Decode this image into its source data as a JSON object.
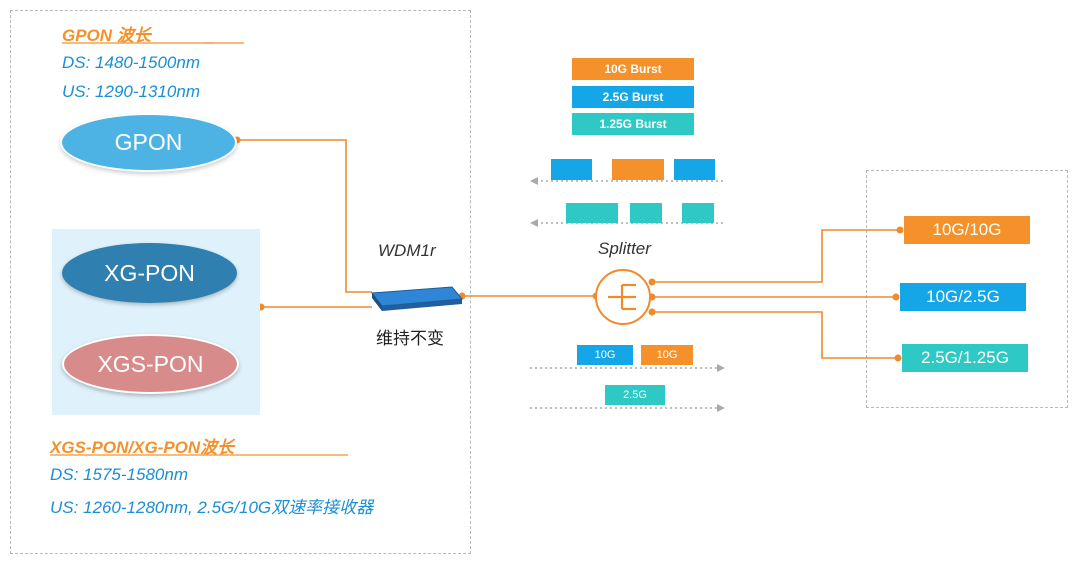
{
  "gpon_band": {
    "title": "GPON 波长",
    "ds": "DS: 1480-1500nm",
    "us": "US: 1290-1310nm"
  },
  "xgs_band": {
    "title": "XGS-PON/XG-PON波长",
    "ds": "DS: 1575-1580nm",
    "us": "US: 1260-1280nm,  2.5G/10G双速率接收器"
  },
  "olt": {
    "gpon": "GPON",
    "xgpon": "XG-PON",
    "xgspon": "XGS-PON"
  },
  "wdm": {
    "name": "WDM1r",
    "note": "维持不变"
  },
  "splitter": {
    "name": "Splitter"
  },
  "burst_legend": [
    {
      "label": "10G Burst",
      "color": "#f5912a"
    },
    {
      "label": "2.5G Burst",
      "color": "#14a6e6"
    },
    {
      "label": "1.25G Burst",
      "color": "#2ec9c4"
    }
  ],
  "downstream": {
    "a1": "10G",
    "a2": "10G",
    "b1": "2.5G"
  },
  "onus": [
    {
      "label": "10G/10G",
      "color": "#f5912a"
    },
    {
      "label": "10G/2.5G",
      "color": "#14a6e6"
    },
    {
      "label": "2.5G/1.25G",
      "color": "#2ec9c4"
    }
  ],
  "colors": {
    "line": "#f08a2c",
    "gpon_ellipse": "#4db3e4",
    "xgpon_ellipse": "#2f7fb0",
    "xgspon_ellipse": "#d88b8b",
    "olt_panel": "#dff2fb"
  }
}
